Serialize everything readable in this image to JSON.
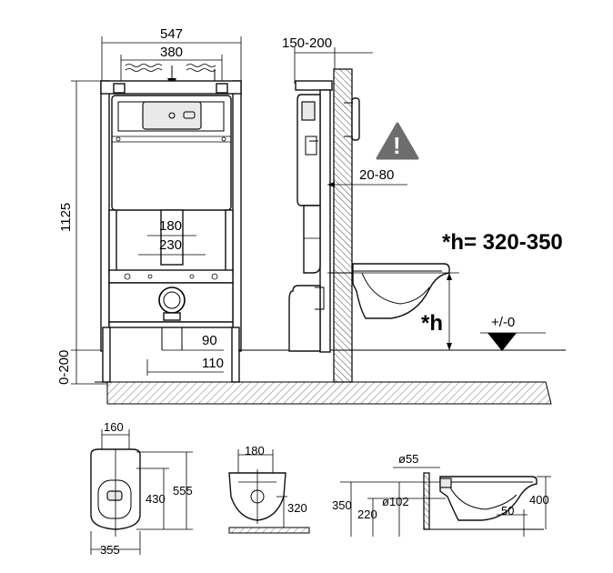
{
  "front_view": {
    "frame_width": "547",
    "inner_width": "380",
    "frame_height": "1125",
    "adjustable_legs": "0-200",
    "dim_180": "180",
    "dim_230": "230",
    "dim_90": "90",
    "dim_110": "110"
  },
  "side_view": {
    "depth": "150-200",
    "wall_thickness": "20-80",
    "warning_mark": "!",
    "height_range": "*h= 320-350",
    "height_label": "*h",
    "floor_level": "+/-0"
  },
  "bowl_top_view": {
    "dim_160": "160",
    "dim_430": "430",
    "dim_555": "555",
    "dim_355": "355"
  },
  "bowl_rear_view": {
    "dim_180": "180",
    "dim_320": "320"
  },
  "bowl_side_view": {
    "dim_55": "ø55",
    "dim_102": "ø102",
    "dim_350": "350",
    "dim_220": "220",
    "dim_50": "50",
    "dim_400": "400"
  }
}
